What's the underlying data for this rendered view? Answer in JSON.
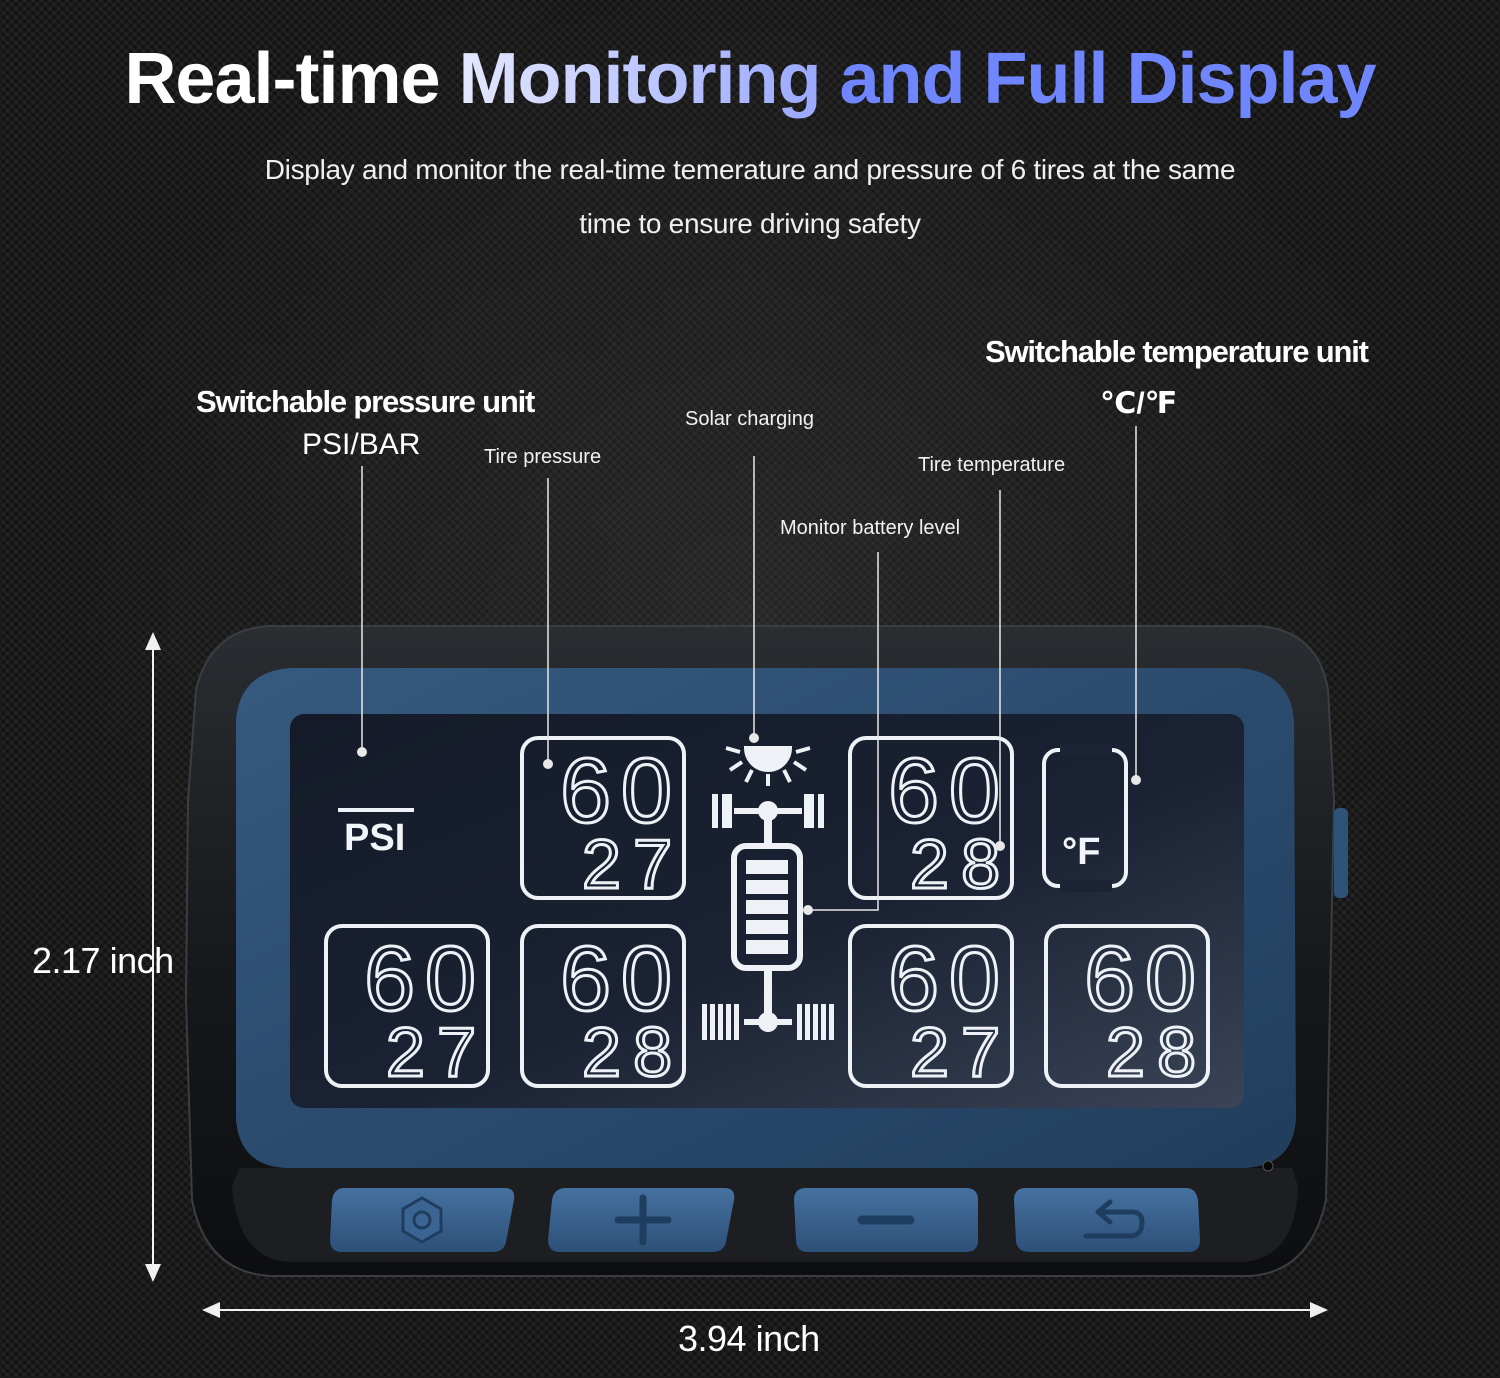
{
  "title": {
    "part1": "Real-time",
    "part2": "Monitoring",
    "part3": "and Full Display"
  },
  "subtitle": {
    "line1": "Display and monitor the real-time temerature and pressure of 6 tires at the same",
    "line2": "time to ensure driving safety"
  },
  "callouts": {
    "pressure_unit_title": "Switchable pressure unit",
    "pressure_unit_value": "PSI/BAR",
    "tire_pressure": "Tire pressure",
    "solar_charging": "Solar charging",
    "monitor_battery": "Monitor battery level",
    "tire_temperature": "Tire temperature",
    "temp_unit_title": "Switchable temperature unit",
    "temp_unit_value": "℃/℉"
  },
  "dimensions": {
    "height": "2.17 inch",
    "width": "3.94 inch"
  },
  "screen": {
    "pressure_unit": "PSI",
    "temp_unit": "°F",
    "tires": [
      {
        "pressure": "60",
        "temperature": "27"
      },
      {
        "pressure": "60",
        "temperature": "28"
      },
      {
        "pressure": "60",
        "temperature": "27"
      },
      {
        "pressure": "60",
        "temperature": "28"
      },
      {
        "pressure": "60",
        "temperature": "27"
      },
      {
        "pressure": "60",
        "temperature": "28"
      }
    ],
    "battery_level": 1.0
  },
  "buttons": [
    {
      "icon": "settings-gear-icon"
    },
    {
      "icon": "plus-icon"
    },
    {
      "icon": "minus-icon"
    },
    {
      "icon": "back-return-icon"
    }
  ],
  "colors": {
    "title_accent": "#6f86ff",
    "bezel_blue": "#2e4e72",
    "button_blue": "#3b6390",
    "screen": "#121826"
  }
}
